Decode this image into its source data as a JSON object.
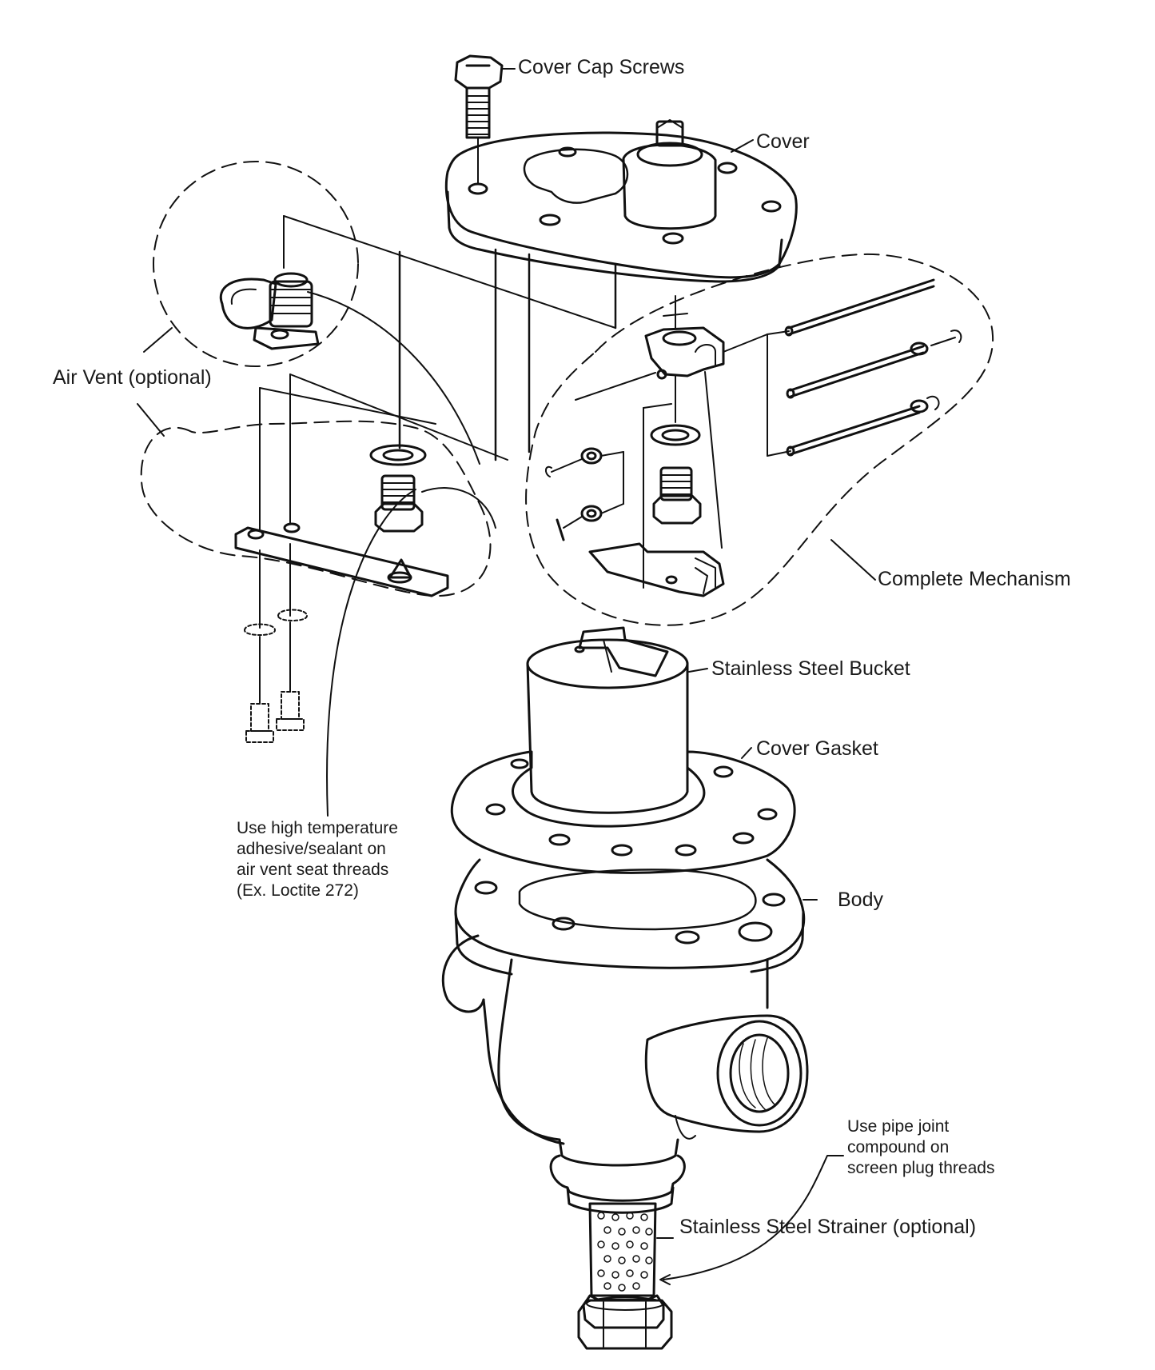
{
  "labels": {
    "cover_cap_screws": "Cover Cap Screws",
    "cover": "Cover",
    "air_vent": "Air Vent (optional)",
    "complete_mechanism": "Complete Mechanism",
    "stainless_steel_bucket": "Stainless Steel Bucket",
    "cover_gasket": "Cover Gasket",
    "body": "Body",
    "strainer": "Stainless Steel Strainer (optional)"
  },
  "notes": {
    "air_vent_sealant": [
      "Use high temperature",
      "adhesive/sealant on",
      "air vent seat threads",
      "(Ex. Loctite 272)"
    ],
    "pipe_joint": [
      "Use pipe joint",
      "compound on",
      "screen plug threads"
    ]
  },
  "colors": {
    "line": "#111111",
    "background": "#ffffff"
  }
}
